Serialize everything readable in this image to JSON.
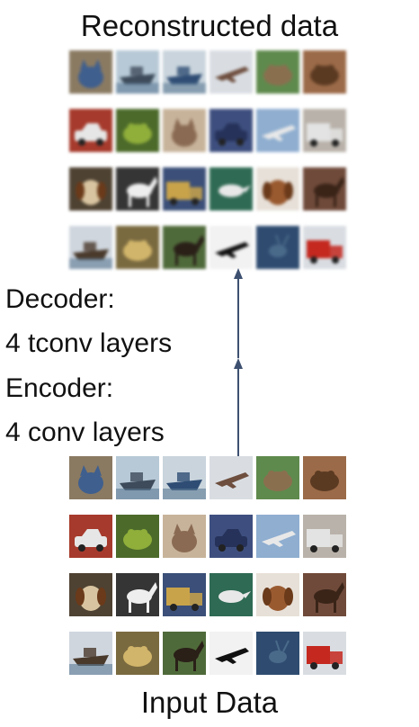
{
  "titles": {
    "reconstructed": "Reconstructed data",
    "input": "Input Data"
  },
  "labels": {
    "decoder": "Decoder:",
    "decoder_detail": "4 tconv layers",
    "encoder": "Encoder:",
    "encoder_detail": "4 conv layers"
  },
  "colors": {
    "arrow": "#3d5070"
  },
  "thumbnails": [
    {
      "subject": "cat",
      "bg": "#8a7a62",
      "fg": "#3f5f8e"
    },
    {
      "subject": "ship",
      "bg": "#b7c9d6",
      "fg": "#3d4b5a"
    },
    {
      "subject": "ship",
      "bg": "#c9d4dc",
      "fg": "#2f4d74"
    },
    {
      "subject": "airplane",
      "bg": "#d9dde2",
      "fg": "#6e4e3e"
    },
    {
      "subject": "frog",
      "bg": "#5f8a4d",
      "fg": "#8a6f4f"
    },
    {
      "subject": "frog",
      "bg": "#9b6a48",
      "fg": "#5b3a22"
    },
    {
      "subject": "automobile",
      "bg": "#a63a2c",
      "fg": "#e6e6e6"
    },
    {
      "subject": "frog",
      "bg": "#4c6a2a",
      "fg": "#8fae3a"
    },
    {
      "subject": "cat",
      "bg": "#c7b39a",
      "fg": "#8a6a52"
    },
    {
      "subject": "automobile",
      "bg": "#3e4f7f",
      "fg": "#26325a"
    },
    {
      "subject": "airplane",
      "bg": "#8faed0",
      "fg": "#e8e8e8"
    },
    {
      "subject": "truck",
      "bg": "#b9b2aa",
      "fg": "#e3e3e3"
    },
    {
      "subject": "dog",
      "bg": "#4e4232",
      "fg": "#d8c4a0"
    },
    {
      "subject": "horse",
      "bg": "#353535",
      "fg": "#eeeeee"
    },
    {
      "subject": "truck",
      "bg": "#3b4f78",
      "fg": "#c9a34a"
    },
    {
      "subject": "bird",
      "bg": "#2f6a54",
      "fg": "#e8e8e8"
    },
    {
      "subject": "dog",
      "bg": "#e7e0d8",
      "fg": "#9a5a30"
    },
    {
      "subject": "horse",
      "bg": "#6f4a3a",
      "fg": "#3a2418"
    },
    {
      "subject": "ship",
      "bg": "#cfd6de",
      "fg": "#4a3a2c"
    },
    {
      "subject": "frog",
      "bg": "#7a6a40",
      "fg": "#d1b56a"
    },
    {
      "subject": "horse",
      "bg": "#4f6a3a",
      "fg": "#2a2018"
    },
    {
      "subject": "airplane",
      "bg": "#f2f2f2",
      "fg": "#111111"
    },
    {
      "subject": "deer",
      "bg": "#2f4c70",
      "fg": "#4a6a8a"
    },
    {
      "subject": "truck",
      "bg": "#d9dde2",
      "fg": "#c4281e"
    }
  ]
}
